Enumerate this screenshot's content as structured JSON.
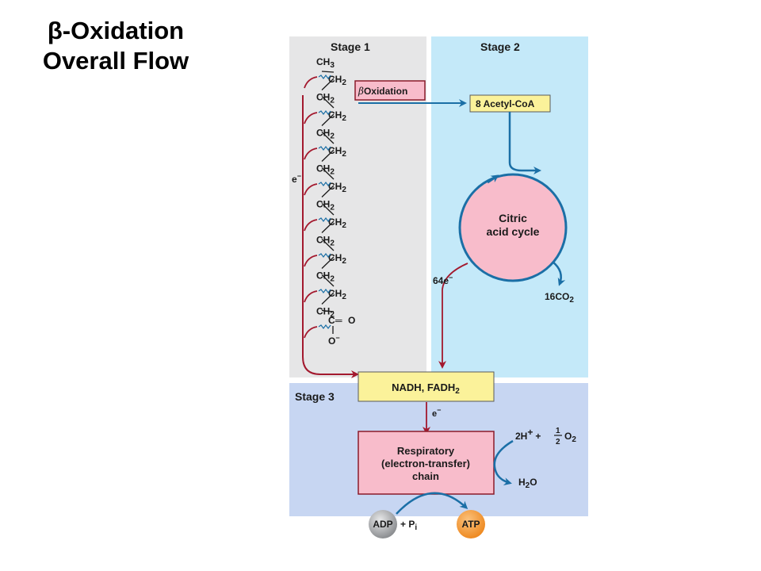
{
  "slide": {
    "title_line1": "β-Oxidation",
    "title_line2": "Overall Flow"
  },
  "stages": {
    "stage1": "Stage 1",
    "stage2": "Stage 2",
    "stage3": "Stage 3"
  },
  "chain": {
    "top": "CH",
    "top_sub": "3",
    "units": [
      "CH",
      "CH",
      "CH",
      "CH",
      "CH",
      "CH",
      "CH",
      "CH",
      "CH",
      "CH",
      "CH",
      "CH",
      "CH",
      "CH"
    ],
    "unit_sub": "2",
    "carboxyl_c": "C",
    "carboxyl_o": "O",
    "carboxyl_om": "O",
    "minus": "−",
    "double_bond": "═"
  },
  "labels": {
    "beta_symbol": "β",
    "beta_oxidation": "Oxidation",
    "acetyl_coa": "8 Acetyl-CoA",
    "citric_line1": "Citric",
    "citric_line2": "acid cycle",
    "electrons_stage1": "e",
    "electrons_citric": "64e",
    "co2": "16CO",
    "co2_sub": "2",
    "nadh": "NADH, FADH",
    "nadh_sub": "2",
    "electrons_stage3": "e",
    "resp_line1": "Respiratory",
    "resp_line2": "(electron-transfer)",
    "resp_line3": "chain",
    "oxygen_left": "2H",
    "oxygen_plus": "+",
    "oxygen_plus2": "+",
    "oxygen_frac_num": "1",
    "oxygen_frac_den": "2",
    "oxygen_o": "O",
    "oxygen_sub": "2",
    "water_h": "H",
    "water_sub": "2",
    "water_o": "O",
    "adp": "ADP",
    "adp_plus": "+ P",
    "adp_sub": "i",
    "atp": "ATP",
    "superscript_minus": "−"
  },
  "colors": {
    "stage1_bg": "#e6e6e7",
    "stage2_bg": "#c4e9f9",
    "stage3_bg": "#c7d6f2",
    "box_pink": "#f8bccb",
    "box_border": "#8a1b2a",
    "box_yellow": "#fbf29a",
    "circle_fill": "#f8bccb",
    "blue_arrow": "#1b6fa6",
    "red_arrow": "#a3192e",
    "adp_gray": "#a7a9ac",
    "atp_orange": "#f49c3b"
  }
}
